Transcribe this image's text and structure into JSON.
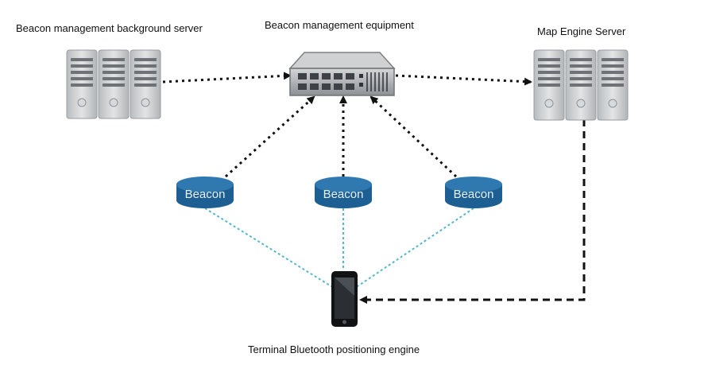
{
  "labels": {
    "background_server": "Beacon management background server",
    "equipment": "Beacon management equipment",
    "map_engine": "Map Engine Server",
    "terminal": "Terminal Bluetooth positioning engine"
  },
  "beacons": [
    "Beacon",
    "Beacon",
    "Beacon"
  ],
  "colors": {
    "arrow": "#111111",
    "beacon_fill": "#1d5f92",
    "beacon_top": "#2f78b0",
    "signal": "#55b7c9",
    "server_body": "#c9cbcd",
    "equipment_body": "#a8aaad"
  },
  "icons": [
    "server-icon",
    "network-switch-icon",
    "beacon-icon",
    "smartphone-icon"
  ]
}
